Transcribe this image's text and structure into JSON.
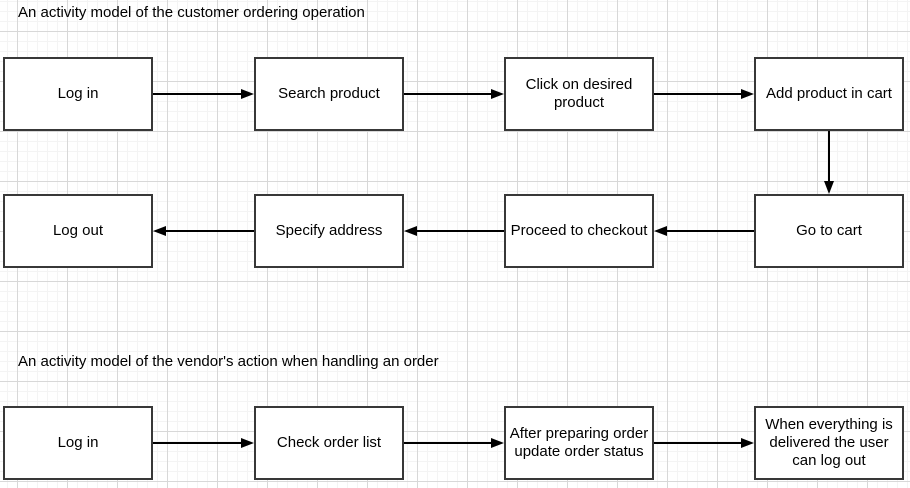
{
  "diagram": {
    "customer": {
      "title": "An activity model of the customer ordering operation",
      "row1": [
        "Log in",
        "Search product",
        "Click on desired\nproduct",
        "Add product in cart"
      ],
      "row2": [
        "Log out",
        "Specify address",
        "Proceed to checkout",
        "Go to cart"
      ]
    },
    "vendor": {
      "title": "An activity model of the vendor's action when handling an order",
      "row": [
        "Log in",
        "Check order list",
        "After preparing order\nupdate order status",
        "When everything is\ndelivered the user\ncan log out"
      ]
    }
  },
  "style": {
    "background": "#ffffff",
    "grid_minor_color": "#f4f4f4",
    "grid_major_color": "#d8d8d8",
    "node_fill": "#ffffff",
    "node_border_color": "#383838",
    "connector_color": "#000000",
    "text_color": "#000000"
  }
}
